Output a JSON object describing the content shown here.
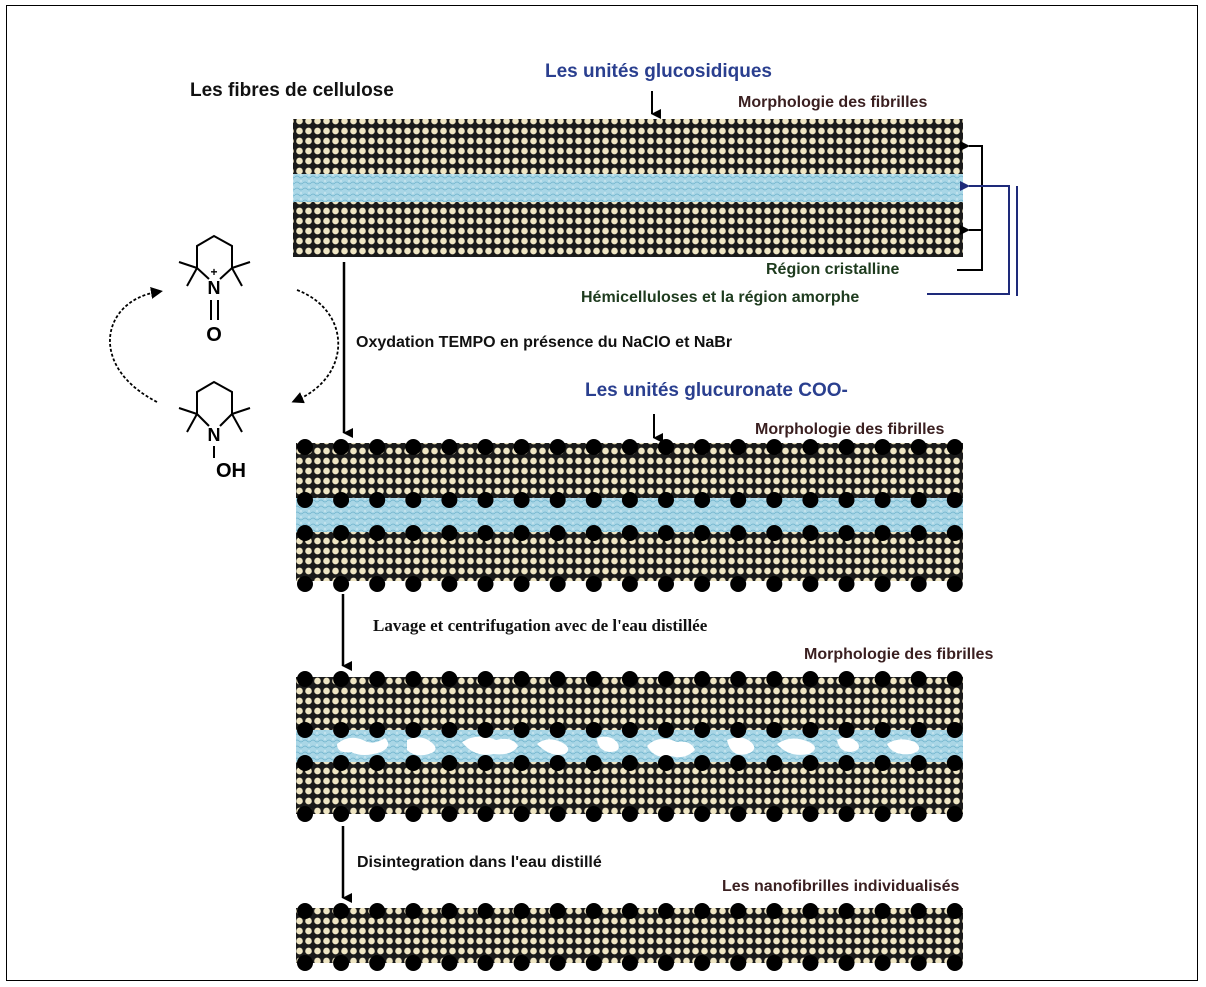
{
  "labels": {
    "fibres": "Les fibres de cellulose",
    "glucosidic_units": "Les unités glucosidiques",
    "morphology_1": "Morphologie des fibrilles",
    "crystalline_region": "Région cristalline",
    "hemicellulose_region": "Hémicelluloses et la région amorphe",
    "oxidation_step": "Oxydation TEMPO en présence du NaClO et NaBr",
    "glucuronate_units": "Les unités glucuronate COO-",
    "morphology_2": "Morphologie des fibrilles",
    "washing_step": "Lavage et centrifugation avec de l'eau distillée",
    "morphology_3": "Morphologie des fibrilles",
    "disintegration_step": "Disintegration dans l'eau distillé",
    "nanofibrils": "Les nanofibrilles individualisés"
  },
  "tempo": {
    "oxidized_n": "N",
    "oxidized_charge": "+",
    "oxidized_o": "O",
    "reduced_n": "N",
    "reduced_oh": "OH"
  },
  "colors": {
    "blue_label": "#2a3f8f",
    "dark_label": "#3a1f20",
    "green_label": "#1e3b1e",
    "amorphous_blue": "#a9d6e6",
    "fibril_dark": "#1a1a1a",
    "fibril_cream": "#efe6c4"
  }
}
